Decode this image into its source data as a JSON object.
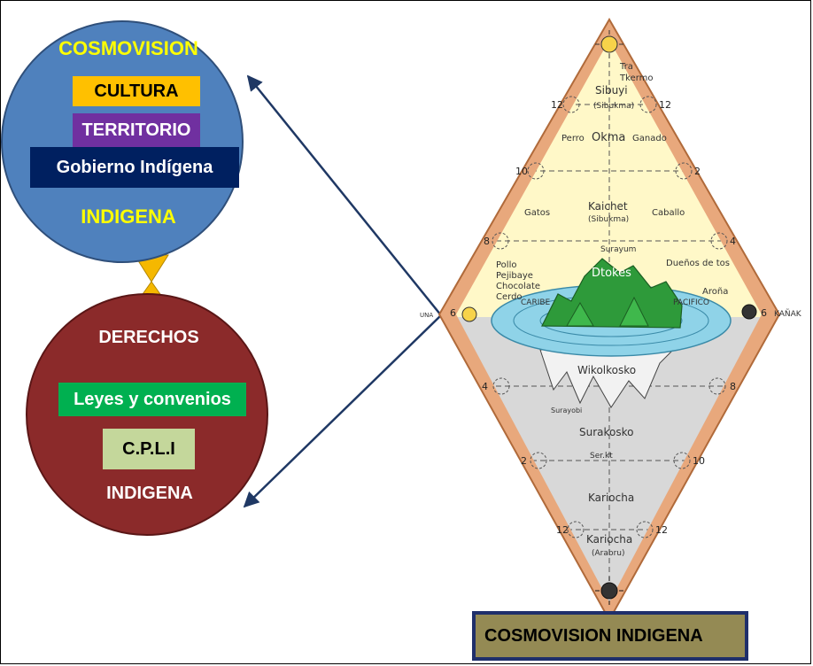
{
  "colors": {
    "circle_top": "#4f81bd",
    "circle_bottom": "#8b2a2a",
    "yellow_text": "#ffff00",
    "cultura_bg": "#ffc000",
    "territorio_bg": "#7030a0",
    "gobierno_bg": "#002060",
    "leyes_bg": "#00b050",
    "cpli_bg": "#c4d79b",
    "hourglass": "#f5b800",
    "arrow": "#1f3864",
    "diamond_border": "#e8a87c",
    "sky": "#fff8c8",
    "underworld": "#d8d8d8",
    "water": "#8fd3e8",
    "mountains": "#2e9a3a",
    "caption_bg": "#948a54",
    "caption_border": "#1f2f6b"
  },
  "top_circle": {
    "title": "COSMOVISION",
    "cultura": "CULTURA",
    "territorio": "TERRITORIO",
    "gobierno": "Gobierno Indígena",
    "bottom": "INDIGENA"
  },
  "bottom_circle": {
    "title": "DERECHOS",
    "leyes": "Leyes y convenios",
    "cpli": "C.P.L.I",
    "bottom": "INDIGENA"
  },
  "cosmos": {
    "labels": {
      "tra": "Tra",
      "tkermo": "Tkermo",
      "sibuyi": "Sibuyi",
      "sibukma": "(Sibukma)",
      "okma": "Okma",
      "perro": "Perro",
      "ganado": "Ganado",
      "kaichet": "Kaichet",
      "kaichet_sub": "(Sibukma)",
      "gatos": "Gatos",
      "caballo": "Caballo",
      "surayum": "Surayum",
      "pollo": "Pollo",
      "pejibaye": "Pejibaye",
      "chocolate": "Chocolate",
      "cerdo": "Cerdo",
      "duenos": "Dueños de tos",
      "arona": "Aroña",
      "dtokes": "Dtokes",
      "caribe": "CARIBE",
      "pacifico": "PACIFICO",
      "una": "UNA",
      "kanak": "KAÑAK",
      "wikolkosko": "Wikolkosko",
      "surayobi": "Surayobi",
      "surakosko": "Surakosko",
      "serkt": "Ser.kt",
      "kariocha1": "Kariocha",
      "kariocha2": "Kariocha",
      "arabru": "(Arabru)"
    },
    "hours": {
      "left_12a": "12",
      "right_12a": "12",
      "left_10": "10",
      "right_2": "2",
      "left_8": "8",
      "right_4": "4",
      "left_6": "6",
      "right_6": "6",
      "left_4": "4",
      "right_8": "8",
      "left_2": "2",
      "right_10": "10",
      "left_12b": "12",
      "right_12b": "12"
    }
  },
  "caption": "COSMOVISION INDIGENA"
}
